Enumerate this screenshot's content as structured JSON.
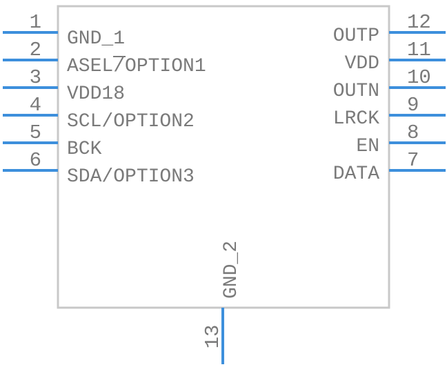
{
  "symbol": {
    "body_color": "#c8c8c8",
    "pin_color": "#3d8fdc",
    "text_color": "#7a7a7a"
  },
  "left_pins": [
    {
      "number": "1",
      "name": "GND_1"
    },
    {
      "number": "2",
      "name": "ASEL/OPTION1"
    },
    {
      "number": "3",
      "name": "VDD18"
    },
    {
      "number": "4",
      "name": "SCL/OPTION2"
    },
    {
      "number": "5",
      "name": "BCK"
    },
    {
      "number": "6",
      "name": "SDA/OPTION3"
    }
  ],
  "right_pins": [
    {
      "number": "12",
      "name": "OUTP"
    },
    {
      "number": "11",
      "name": "VDD"
    },
    {
      "number": "10",
      "name": "OUTN"
    },
    {
      "number": "9",
      "name": "LRCK"
    },
    {
      "number": "8",
      "name": "EN"
    },
    {
      "number": "7",
      "name": "DATA"
    }
  ],
  "bottom_pins": [
    {
      "number": "13",
      "name": "GND_2"
    }
  ]
}
